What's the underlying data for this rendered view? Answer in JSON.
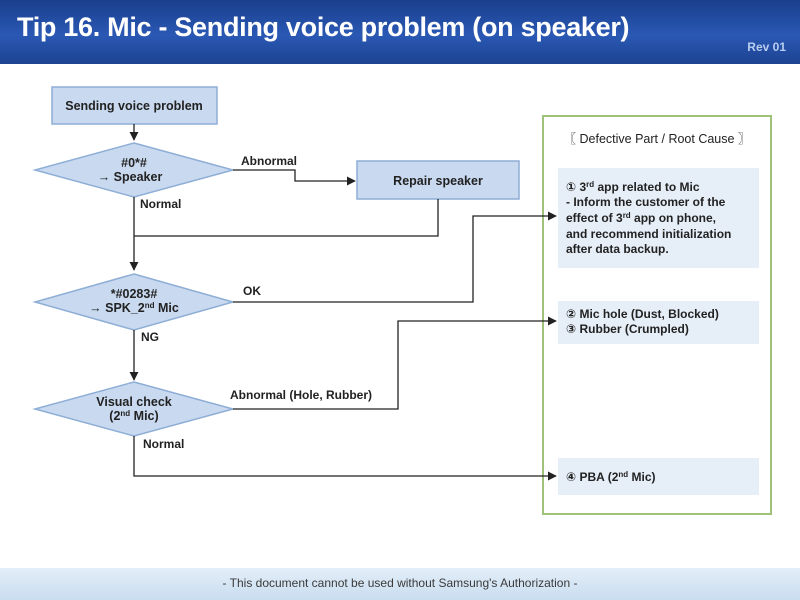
{
  "header": {
    "title": "Tip 16. Mic - Sending voice problem (on speaker)",
    "rev": "Rev 01"
  },
  "flow": {
    "start": "Sending voice problem",
    "d1_line1": "#0*#",
    "d1_line2": "→ Speaker",
    "d1_abnormal": "Abnormal",
    "d1_normal": "Normal",
    "repair": "Repair speaker",
    "d2_line1": "*#0283#",
    "d2_line2_pre": "→ SPK_2",
    "d2_line2_sup": "nd",
    "d2_line2_post": " Mic",
    "d2_ok": "OK",
    "d2_ng": "NG",
    "d3_line1": "Visual check",
    "d3_line2_pre": "(2",
    "d3_line2_sup": "nd",
    "d3_line2_post": " Mic)",
    "d3_abnormal": "Abnormal (Hole, Rubber)",
    "d3_normal": "Normal"
  },
  "causes": {
    "title": "〖 Defective Part / Root Cause 〗",
    "c1_l1_pre": "① 3",
    "c1_l1_sup": "rd",
    "c1_l1_post": " app related to Mic",
    "c1_l2": "- Inform the customer of the",
    "c1_l3_pre": "effect of 3",
    "c1_l3_sup": "rd",
    "c1_l3_post": " app on phone,",
    "c1_l4": "and recommend initialization",
    "c1_l5": "after data backup.",
    "c2": "② Mic hole (Dust, Blocked)",
    "c3": "③ Rubber (Crumpled)",
    "c4_pre": "④ PBA (2",
    "c4_sup": "nd",
    "c4_post": " Mic)"
  },
  "footer": {
    "text": "- This document cannot be used without Samsung's Authorization -"
  },
  "colors": {
    "box_fill": "#c9daf0",
    "box_stroke": "#8eaed6",
    "panel_stroke": "#9ec27a",
    "cause_fill": "#e6eef7"
  }
}
